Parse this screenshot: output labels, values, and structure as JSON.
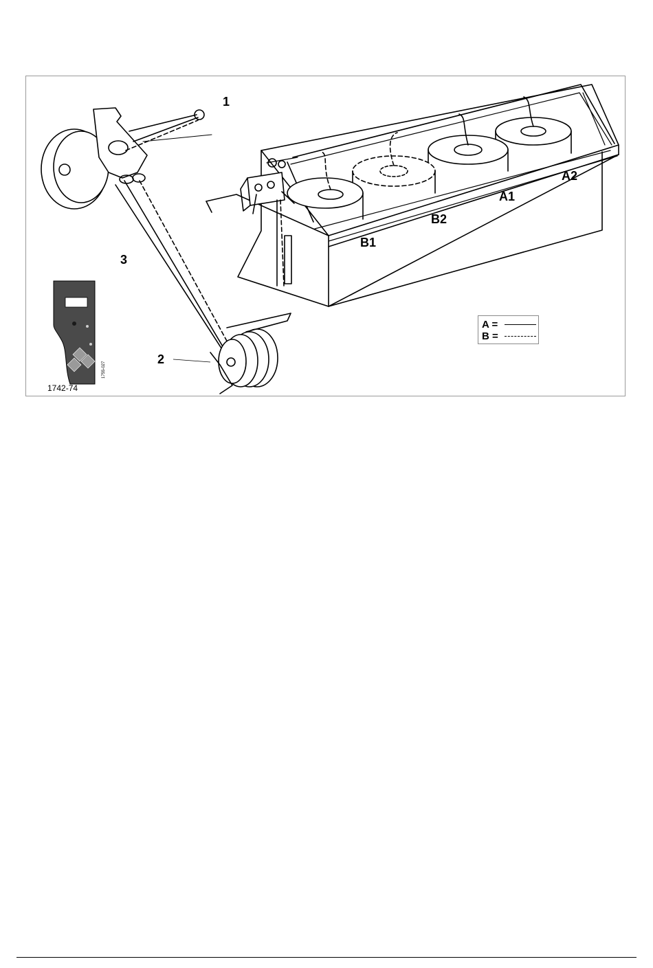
{
  "figure": {
    "callouts": {
      "c1": "1",
      "c2": "2",
      "c3": "3"
    },
    "roll_labels": {
      "a1": "A1",
      "a2": "A2",
      "b1": "B1",
      "b2": "B2"
    },
    "figure_number": "1742-74",
    "inset_code": "1755-027",
    "legend": {
      "a_label": "A =",
      "b_label": "B ="
    }
  }
}
